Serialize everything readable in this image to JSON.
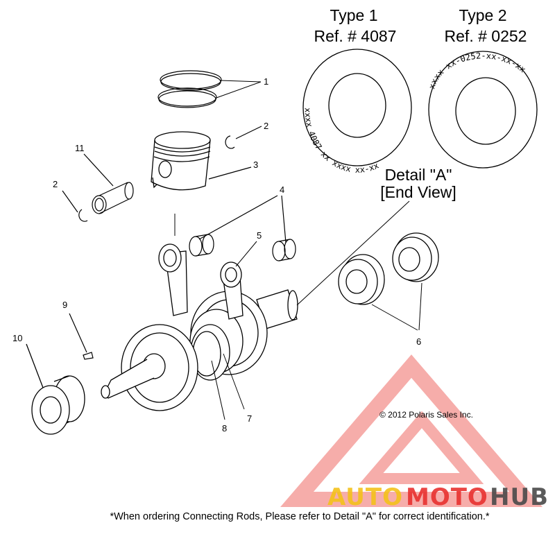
{
  "detail": {
    "type1_title": "Type 1",
    "type1_ref": "Ref. # 4087",
    "type1_ring_text": "xxxx 4087 xx xxxx xx-xx",
    "type2_title": "Type 2",
    "type2_ref": "Ref. # 0252",
    "type2_ring_text": "xxxx xx-0252-xx-xx-xx",
    "detail_label": "Detail \"A\"",
    "end_view_label": "[End View]"
  },
  "callouts": [
    "1",
    "2",
    "3",
    "11",
    "2",
    "4",
    "5",
    "9",
    "10",
    "6",
    "8",
    "7"
  ],
  "copyright": "© 2012 Polaris Sales Inc.",
  "watermark": {
    "auto": "AUTO",
    "moto": "MOTO",
    "hub": "HUB",
    "color_red": "#e8312f",
    "color_yellow": "#f4c21b",
    "color_gray": "#4a4a4a"
  },
  "footnote": "*When ordering Connecting Rods, Please refer to Detail \"A\" for correct identification.*"
}
